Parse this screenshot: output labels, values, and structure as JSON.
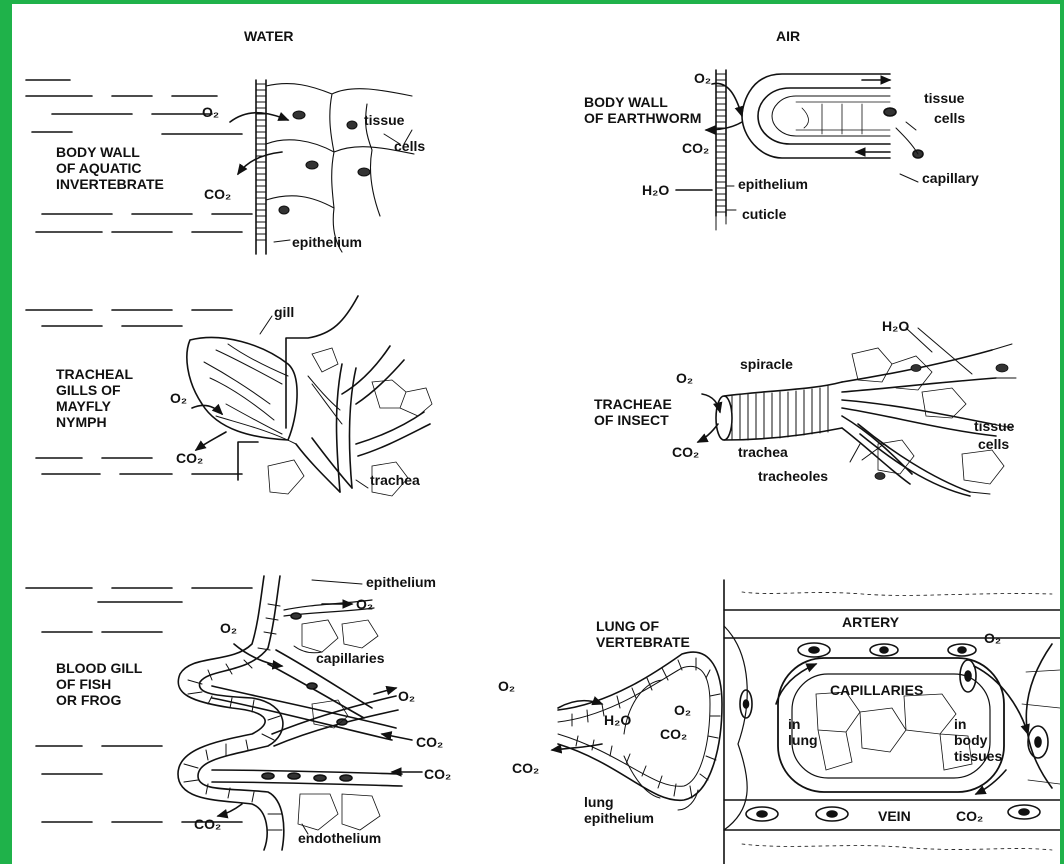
{
  "headings": {
    "water": "WATER",
    "air": "AIR"
  },
  "panels": {
    "aquatic": {
      "title": "BODY WALL\nOF AQUATIC\nINVERTEBRATE",
      "labels": [
        "tissue",
        "cells",
        "epithelium"
      ],
      "gases": [
        "O₂",
        "CO₂"
      ]
    },
    "earthworm": {
      "title": "BODY WALL\nOF EARTHWORM",
      "labels": [
        "tissue",
        "cells",
        "capillary",
        "epithelium",
        "cuticle"
      ],
      "gases": [
        "O₂",
        "CO₂",
        "H₂O"
      ]
    },
    "mayfly": {
      "title": "TRACHEAL\nGILLS OF\nMAYFLY\nNYMPH",
      "labels": [
        "gill",
        "trachea"
      ],
      "gases": [
        "O₂",
        "CO₂"
      ]
    },
    "insect": {
      "title": "TRACHEAE\nOF INSECT",
      "labels": [
        "spiracle",
        "trachea",
        "tracheoles",
        "tissue",
        "cells"
      ],
      "gases": [
        "O₂",
        "CO₂",
        "H₂O"
      ]
    },
    "fish": {
      "title": "BLOOD GILL\nOF FISH\nOR FROG",
      "labels": [
        "epithelium",
        "capillaries",
        "endothelium"
      ],
      "gases": [
        "O₂",
        "O₂",
        "O₂",
        "CO₂",
        "CO₂",
        "CO₂"
      ]
    },
    "lung": {
      "title": "LUNG OF\nVERTEBRATE",
      "labels": [
        "ARTERY",
        "CAPILLARIES",
        "in\nlung",
        "in\nbody\ntissues",
        "VEIN",
        "lung\nepithelium"
      ],
      "gases": [
        "O₂",
        "CO₂",
        "H₂O",
        "O₂",
        "CO₂",
        "O₂",
        "CO₂"
      ]
    }
  }
}
